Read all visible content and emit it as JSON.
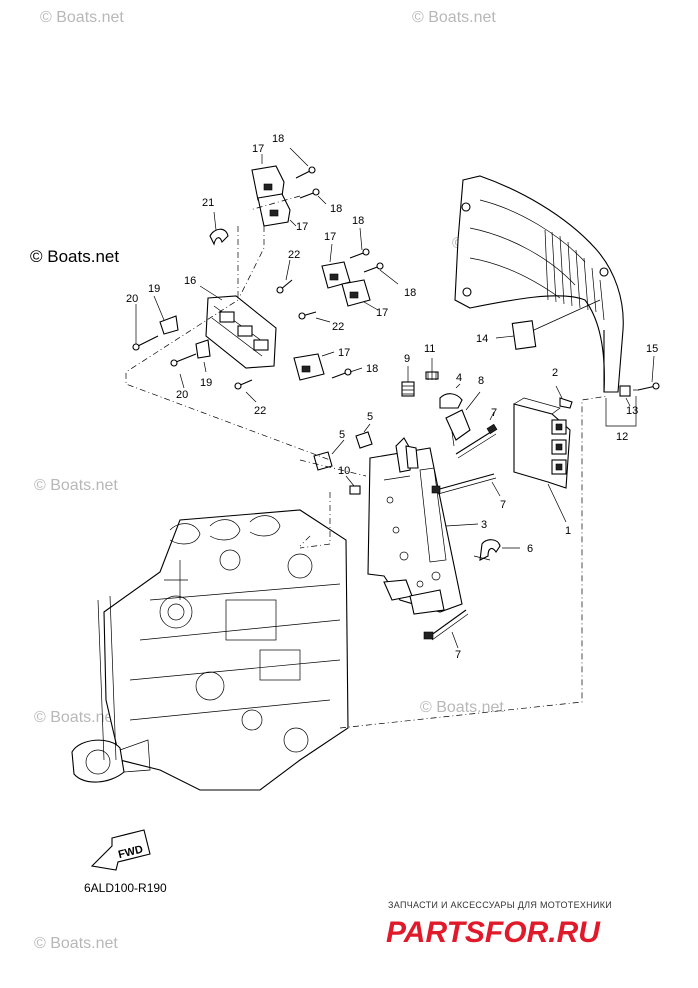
{
  "watermarks": {
    "small": "© Boats.net",
    "main": "© Boats.net"
  },
  "callouts": [
    "1",
    "2",
    "3",
    "4",
    "5",
    "5",
    "6",
    "7",
    "7",
    "7",
    "8",
    "9",
    "10",
    "11",
    "12",
    "13",
    "14",
    "15",
    "16",
    "17",
    "17",
    "17",
    "17",
    "17",
    "18",
    "18",
    "18",
    "18",
    "18",
    "19",
    "19",
    "20",
    "20",
    "21",
    "22",
    "22",
    "22"
  ],
  "labels": {
    "c1": "1",
    "c2": "2",
    "c3": "3",
    "c4": "4",
    "c5a": "5",
    "c5b": "5",
    "c6": "6",
    "c7a": "7",
    "c7b": "7",
    "c7c": "7",
    "c8": "8",
    "c9": "9",
    "c10": "10",
    "c11": "11",
    "c12": "12",
    "c13": "13",
    "c14": "14",
    "c15": "15",
    "c16": "16",
    "c17a": "17",
    "c17b": "17",
    "c17c": "17",
    "c17d": "17",
    "c17e": "17",
    "c18a": "18",
    "c18b": "18",
    "c18c": "18",
    "c18d": "18",
    "c18e": "18",
    "c19a": "19",
    "c19b": "19",
    "c20a": "20",
    "c20b": "20",
    "c21": "21",
    "c22a": "22",
    "c22b": "22",
    "c22c": "22"
  },
  "direction_badge": "FWD",
  "diagram_code": "6ALD100-R190",
  "advert": {
    "tagline": "ЗАПЧАСТИ И АКСЕССУАРЫ ДЛЯ МОТОТЕХНИКИ",
    "brand": "PARTSFOR.RU"
  },
  "colors": {
    "line": "#000000",
    "watermark": "#b8b8b8",
    "brand": "#e01a2a"
  }
}
